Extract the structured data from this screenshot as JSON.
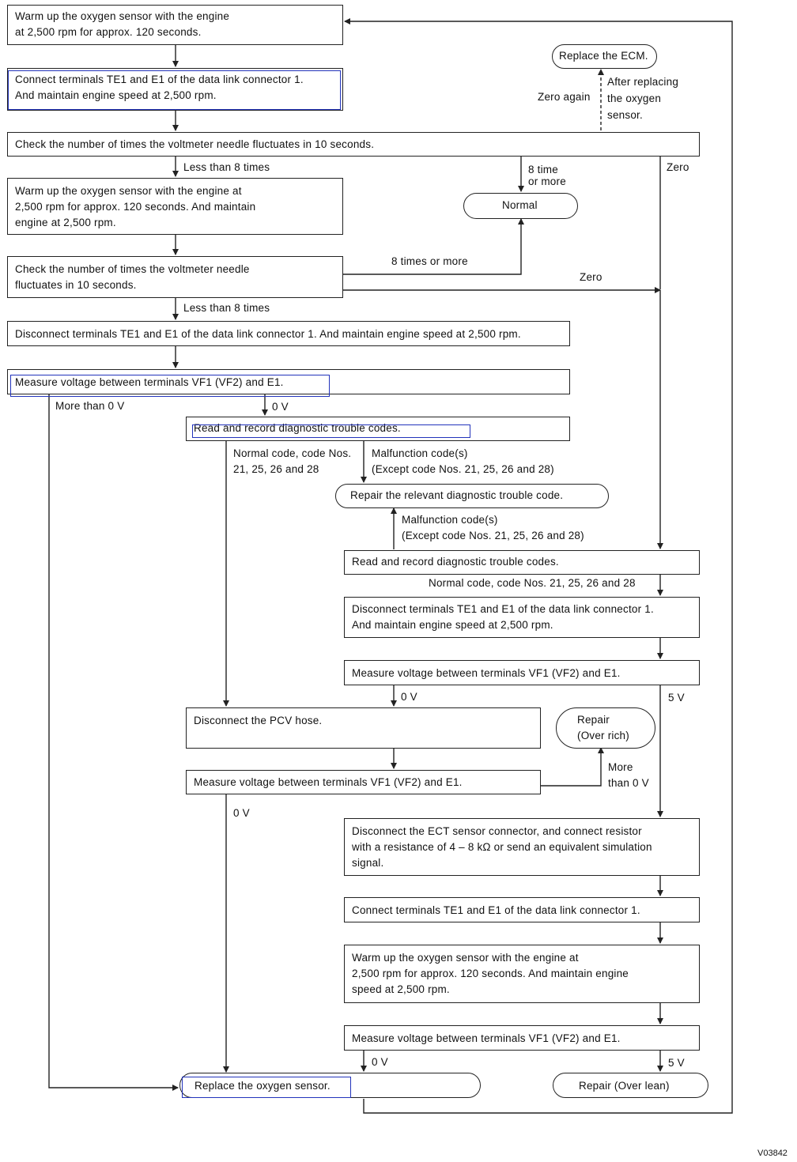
{
  "boxes": {
    "b1": [
      "Warm up the oxygen sensor with the engine",
      "at 2,500 rpm for approx. 120 seconds."
    ],
    "b2": [
      "Connect terminals TE1 and E1 of the data link connector 1.",
      "And maintain engine speed at 2,500 rpm."
    ],
    "b3": [
      "Check the number of times the voltmeter needle fluctuates in 10 seconds."
    ],
    "b4": [
      "Warm up the oxygen sensor with the engine at",
      "2,500 rpm for approx. 120 seconds. And maintain",
      "engine at 2,500 rpm."
    ],
    "b5": [
      "Check the number of times the voltmeter needle",
      "fluctuates in 10 seconds."
    ],
    "b6": [
      "Disconnect terminals TE1 and E1 of the data link connector 1. And maintain engine speed at 2,500 rpm."
    ],
    "b7": [
      "Measure voltage between terminals VF1 (VF2) and E1."
    ],
    "b8": [
      "Read and record diagnostic trouble codes."
    ],
    "b9": [
      "Repair the relevant diagnostic trouble code."
    ],
    "b10": [
      "Read and record diagnostic trouble codes."
    ],
    "b11": [
      "Disconnect terminals TE1 and E1 of the data link connector 1.",
      "And maintain engine speed at 2,500 rpm."
    ],
    "b12": [
      "Measure voltage between terminals VF1 (VF2) and E1."
    ],
    "b13": [
      "Disconnect the PCV hose."
    ],
    "b14": [
      "Repair",
      "(Over rich)"
    ],
    "b15": [
      "Measure voltage between terminals VF1 (VF2) and E1."
    ],
    "b16": [
      "Disconnect the ECT sensor connector, and connect resistor",
      "with a resistance of 4 – 8 kΩ or send an equivalent simulation",
      "signal."
    ],
    "b17": [
      "Connect terminals TE1 and E1 of the data link connector 1."
    ],
    "b18": [
      "Warm up the oxygen sensor with the engine at",
      "2,500 rpm for approx. 120 seconds. And maintain engine",
      "speed at 2,500 rpm."
    ],
    "b19": [
      "Measure voltage between terminals VF1 (VF2) and E1."
    ],
    "b20": [
      "Replace the oxygen sensor."
    ],
    "b21": [
      "Repair (Over lean)"
    ],
    "ecm": [
      "Replace the ECM."
    ],
    "normal": [
      "Normal"
    ]
  },
  "labels": {
    "zero_again": [
      "Zero again"
    ],
    "after_replacing": [
      "After replacing",
      "the oxygen",
      "sensor."
    ],
    "less8_a": [
      "Less than 8 times"
    ],
    "eight_more_a": [
      "8 time",
      "or more"
    ],
    "zero_a": [
      "Zero"
    ],
    "eight_more_b": [
      "8 times or more"
    ],
    "zero_b": [
      "Zero"
    ],
    "less8_b": [
      "Less than 8 times"
    ],
    "more0_a": [
      "More than 0 V"
    ],
    "zero_v_a": [
      "0 V"
    ],
    "normal_code_a": [
      "Normal code, code Nos.",
      "21, 25, 26 and 28"
    ],
    "malf_a": [
      "Malfunction code(s)",
      "(Except code Nos. 21, 25, 26 and 28)"
    ],
    "malf_b": [
      "Malfunction code(s)",
      "(Except code Nos. 21, 25, 26 and 28)"
    ],
    "normal_code_b": [
      "Normal code, code Nos. 21, 25, 26 and 28"
    ],
    "zero_v_b": [
      "0 V"
    ],
    "five_v_a": [
      "5 V"
    ],
    "more0_b": [
      "More",
      "than 0 V"
    ],
    "zero_v_c": [
      "0 V"
    ],
    "zero_v_d": [
      "0 V"
    ],
    "five_v_b": [
      "5 V"
    ],
    "code": [
      "V03842"
    ]
  }
}
